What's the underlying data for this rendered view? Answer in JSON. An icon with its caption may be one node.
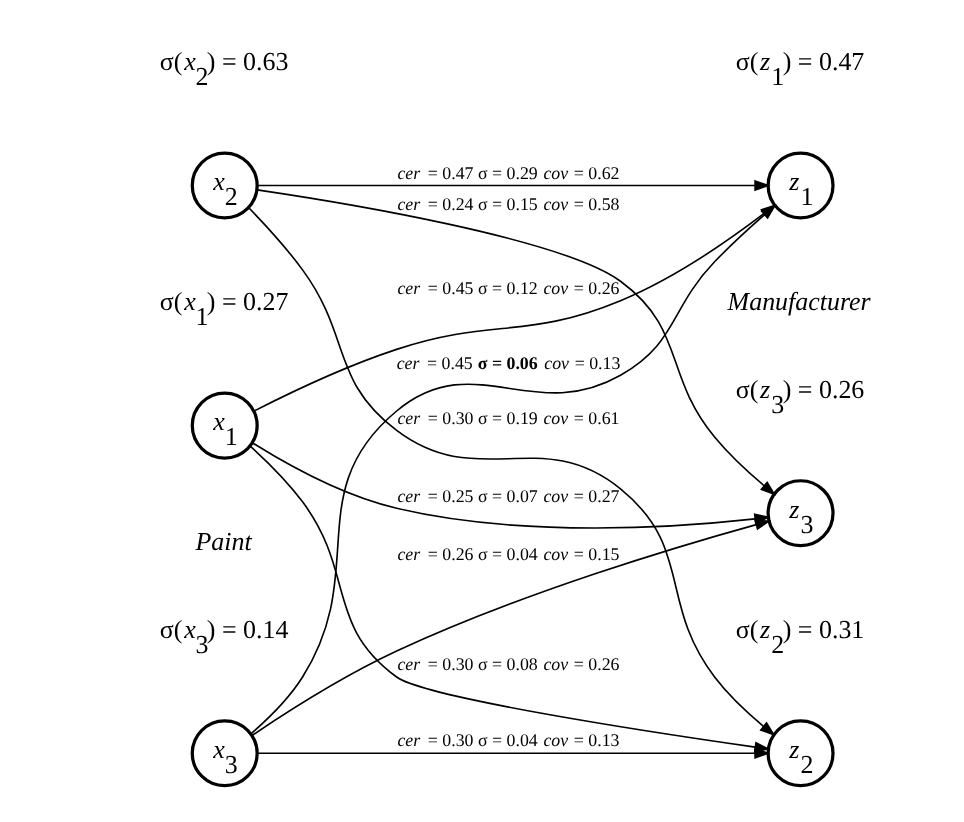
{
  "diagram": {
    "nodes": [
      {
        "text": [
          "*x*$_{1}$"
        ],
        "beside": [
          "σ(*x*$_{1}$) = 0.27"
        ]
      },
      {
        "text": [
          "*x*$_{2}$"
        ],
        "beside": [
          "σ(*x*$_{2}$) = 0.63"
        ]
      },
      {
        "text": [
          "*x*$_{3}$"
        ],
        "beside": [
          "σ(*x*$_{3}$) = 0.14"
        ]
      },
      {
        "text": [
          "*z*$_{1}$"
        ],
        "beside": [
          "σ(*z*$_{1}$) = 0.47"
        ]
      },
      {
        "text": [
          "*z*$_{2}$"
        ],
        "beside": [
          "σ(*z*$_{2}$) = 0.31"
        ]
      },
      {
        "text": [
          "*z*$_{3}$"
        ],
        "beside": [
          "σ(*z*$_{3}$) = 0.26"
        ]
      }
    ],
    "edges": [
      {
        "from": 0,
        "to": 3,
        "arrow": "to",
        "label": "*cer* = 0.45 σ = 0.12 *cov* = 0.26"
      },
      {
        "from": 0,
        "to": 4,
        "arrow": "to",
        "label": "*cer* = 0.30 σ = 0.08 *cov* = 0.26"
      },
      {
        "from": 0,
        "to": 5,
        "arrow": "to",
        "label": "*cer* = 0.25 σ = 0.07 *cov* = 0.27"
      },
      {
        "from": 1,
        "to": 3,
        "arrow": "to",
        "label": "*cer* = 0.47 σ = 0.29 *cov* = 0.62"
      },
      {
        "from": 1,
        "to": 4,
        "arrow": "to",
        "label": "*cer* = 0.30 σ = 0.19 *cov* = 0.61"
      },
      {
        "from": 1,
        "to": 5,
        "arrow": "to",
        "label": "*cer* = 0.24 σ = 0.15 *cov* = 0.58"
      },
      {
        "from": 2,
        "to": 3,
        "arrow": "to",
        "label": "*cer* = 0.45 **σ = 0.06** *cov* = 0.13"
      },
      {
        "from": 2,
        "to": 4,
        "arrow": "to",
        "label": "*cer* = 0.30 σ = 0.04 *cov* = 0.13"
      },
      {
        "from": 2,
        "to": 5,
        "arrow": "to",
        "label": "*cer* = 0.26 σ = 0.04 *cov* = 0.15"
      }
    ],
    "labels": [
      "*Paint*",
      "*Manufacturer*"
    ]
  }
}
